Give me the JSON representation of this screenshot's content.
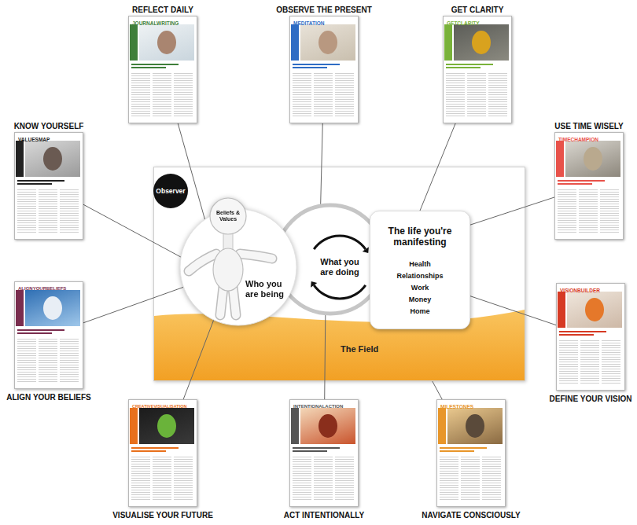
{
  "diagram": {
    "nodes": [
      {
        "text": [
          "REFLECT DAILY",
          "JOURNALWRITING"
        ]
      },
      {
        "text": [
          "OBSERVE THE PRESENT",
          "MEDITATION"
        ]
      },
      {
        "text": [
          "GET CLARITY",
          "GETCLARITY"
        ]
      },
      {
        "text": [
          "KNOW YOURSELF",
          "VALUESMAP"
        ]
      },
      {
        "text": [
          "USE TIME WISELY",
          "TIMECHAMPION"
        ]
      },
      {
        "text": [
          "Observer"
        ]
      },
      {
        "text": [
          "Who you are being"
        ]
      },
      {
        "text": [
          "Beliefs & Values"
        ],
        "in": 6
      },
      {
        "text": [
          "What you are doing"
        ]
      },
      {
        "text": [
          "The life you're manifesting",
          "Health",
          "Relationships",
          "Work",
          "Money",
          "Home"
        ]
      },
      {
        "text": [
          "The Field"
        ]
      },
      {
        "text": [
          "ALIGN YOUR BELIEFS",
          "ALIGNYOURBELIEFS"
        ]
      },
      {
        "text": [
          "DEFINE YOUR VISION",
          "VISIONBUILDER"
        ]
      },
      {
        "text": [
          "VISUALISE YOUR FUTURE",
          "CREATIVEVISUALISATION"
        ]
      },
      {
        "text": [
          "ACT INTENTIONALLY",
          "INTENTIONALACTION"
        ]
      },
      {
        "text": [
          "NAVIGATE CONSCIOUSLY",
          "MILESTONES"
        ]
      }
    ],
    "edges": [
      {
        "from": 3,
        "to": 6,
        "arrow": "none"
      },
      {
        "from": 0,
        "to": 6,
        "arrow": "none"
      },
      {
        "from": 1,
        "to": 8,
        "arrow": "none"
      },
      {
        "from": 2,
        "to": 9,
        "arrow": "none"
      },
      {
        "from": 4,
        "to": 9,
        "arrow": "none"
      },
      {
        "from": 12,
        "to": 9,
        "arrow": "none"
      },
      {
        "from": 15,
        "to": 10,
        "arrow": "none"
      },
      {
        "from": 14,
        "to": 8,
        "arrow": "none"
      },
      {
        "from": 13,
        "to": 6,
        "arrow": "none"
      },
      {
        "from": 11,
        "to": 6,
        "arrow": "none"
      }
    ]
  }
}
